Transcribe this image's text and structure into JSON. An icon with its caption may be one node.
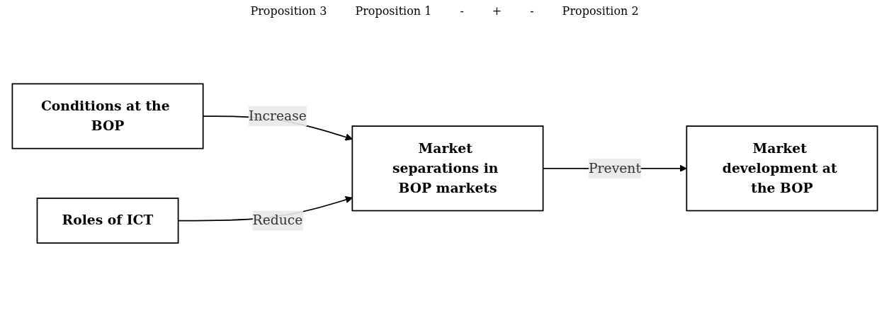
{
  "diagram": {
    "nodes": [
      {
        "text": [
          "Conditions at the BOP"
        ]
      },
      {
        "text": [
          "Market separations in BOP markets"
        ]
      },
      {
        "text": [
          "Market development at the BOP"
        ]
      },
      {
        "text": [
          "Roles of ICT"
        ]
      }
    ],
    "edges": [
      {
        "from": 0,
        "to": 1,
        "arrow": "to",
        "label": "Increase"
      },
      {
        "from": 1,
        "to": 2,
        "arrow": "to",
        "label": "Prevent"
      },
      {
        "from": 3,
        "to": 1,
        "arrow": "to",
        "label": "Reduce"
      }
    ],
    "labels": [
      "Proposition 3",
      "Proposition 1",
      "-",
      "+",
      "-",
      "Proposition 2"
    ]
  }
}
